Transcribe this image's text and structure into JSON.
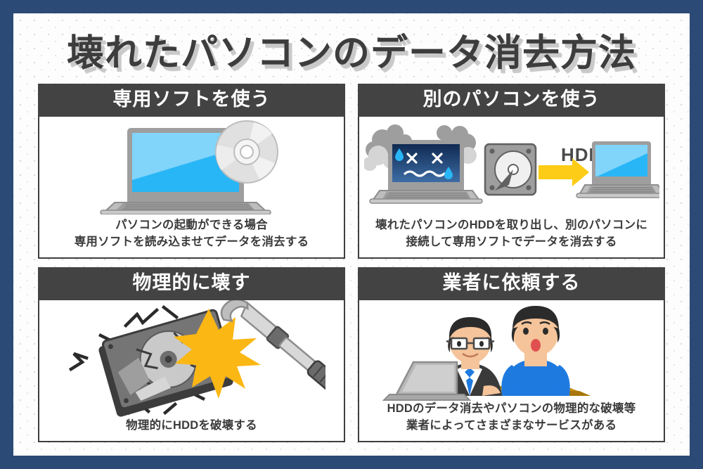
{
  "poster": {
    "title": "壊れたパソコンのデータ消去方法",
    "border_color": "#2c4a76",
    "background_color": "#fdfdfd",
    "header_color": "#434343",
    "accent_yellow": "#fccc16",
    "accent_blue": "#29b6f6"
  },
  "cards": [
    {
      "id": "use-dedicated-software",
      "header": "専用ソフトを使う",
      "caption_line1": "パソコンの起動ができる場合",
      "caption_line2": "専用ソフトを読み込ませてデータを消去する",
      "illustration": "laptop-with-cd"
    },
    {
      "id": "use-another-pc",
      "header": "別のパソコンを使う",
      "caption_line1": "壊れたパソコンのHDDを取り出し、別のパソコンに",
      "caption_line2": "接続して専用ソフトでデータを消去する",
      "illustration": "broken-laptop-hdd-transfer",
      "arrow_label": "HDD"
    },
    {
      "id": "physically-destroy",
      "header": "物理的に壊す",
      "caption_line1": "物理的にHDDを破壊する",
      "caption_line2": "",
      "illustration": "hammer-smashing-hdd"
    },
    {
      "id": "hire-a-service",
      "header": "業者に依頼する",
      "caption_line1": "HDDのデータ消去やパソコンの物理的な破壊等",
      "caption_line2": "業者によってさまざまなサービスがある",
      "illustration": "technician-and-customer"
    }
  ]
}
